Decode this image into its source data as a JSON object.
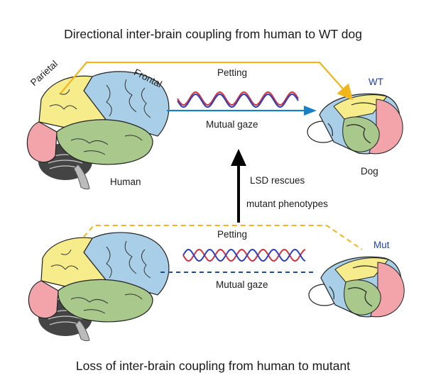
{
  "titles": {
    "top": "Directional inter-brain coupling from human to WT dog",
    "bottom": "Loss of inter-brain coupling from human to mutant"
  },
  "labels": {
    "parietal": "Parietal",
    "frontal": "Frontal",
    "petting_top": "Petting",
    "mutual_gaze_top": "Mutual gaze",
    "human": "Human",
    "dog": "Dog",
    "wt": "WT",
    "mut": "Mut",
    "lsd_line1": "LSD rescues",
    "lsd_line2": "mutant phenotypes",
    "petting_bottom": "Petting",
    "mutual_gaze_bottom": "Mutual gaze"
  },
  "colors": {
    "petting_line": "#f2b51c",
    "gaze_line": "#1a7fc4",
    "gaze_dashed": "#1f4e8c",
    "wave_red": "#d8303a",
    "wave_blue": "#2a3fc4",
    "brain_frontal": "#a9cfe8",
    "brain_parietal": "#f6ec8c",
    "brain_temporal": "#a9c98c",
    "brain_occipital": "#f2a4aa",
    "label_accent": "#1f3fb8",
    "arrow": "#000000"
  }
}
